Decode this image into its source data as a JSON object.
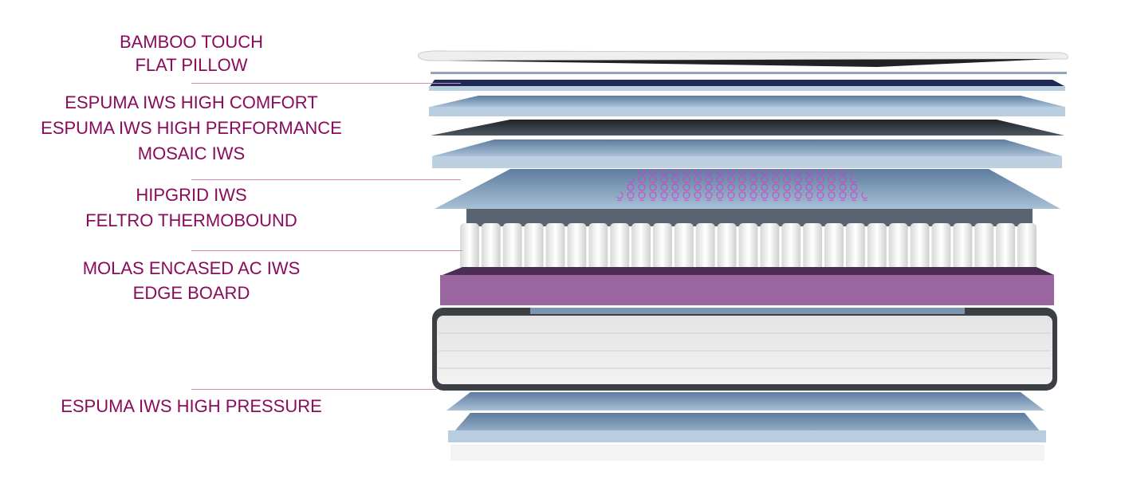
{
  "labels": [
    "BAMBOO TOUCH",
    "FLAT PILLOW",
    "ESPUMA IWS HIGH COMFORT",
    "ESPUMA IWS HIGH PERFORMANCE",
    "MOSAIC IWS",
    "HIPGRID IWS",
    "FELTRO THERMOBOUND",
    "MOLAS ENCASED AC IWS",
    "EDGE BOARD",
    "ESPUMA IWS HIGH PRESSURE"
  ],
  "colors": {
    "label": "#8a0b5b",
    "rule": "#d98cb2",
    "edge_board": "#9a66a0",
    "foam": "#b9cde0",
    "grid": "#d63ad6"
  },
  "spring_count": 27
}
